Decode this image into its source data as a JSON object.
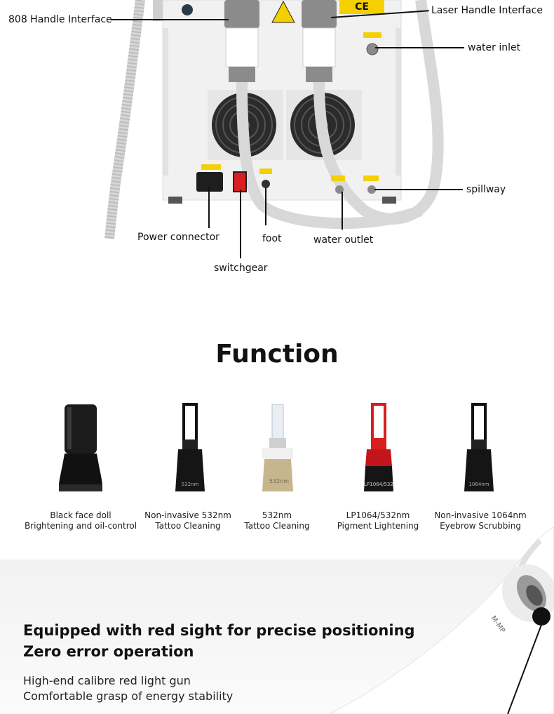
{
  "callouts": {
    "handle_808": "808 Handle Interface",
    "laser_handle": "Laser Handle Interface",
    "water_inlet": "water inlet",
    "spillway": "spillway",
    "power_connector": "Power connector",
    "foot": "foot",
    "water_outlet": "water outlet",
    "switchgear": "switchgear"
  },
  "function_section": {
    "title": "Function",
    "tips": [
      {
        "line1": "Black face doll",
        "line2": "Brightening and oil-control",
        "engraving": ""
      },
      {
        "line1": "Non-invasive 532nm",
        "line2": "Tattoo Cleaning",
        "engraving": "532nm"
      },
      {
        "line1": "532nm",
        "line2": "Tattoo Cleaning",
        "engraving": "532nm"
      },
      {
        "line1": "LP1064/532nm",
        "line2": "Pigment Lightening",
        "engraving": "LP1064/532"
      },
      {
        "line1": "Non-invasive 1064nm",
        "line2": "Eyebrow Scrubbing",
        "engraving": "1064nm"
      }
    ]
  },
  "feature": {
    "heading_line1": "Equipped with red sight for precise positioning",
    "heading_line2": "Zero error operation",
    "sub_line1": "High-end calibre red light gun",
    "sub_line2": "Comfortable grasp of energy stability",
    "handpiece_text": "M-MP"
  },
  "colors": {
    "accent_red": "#d81e1e",
    "warning_yellow": "#f5d000",
    "panel_white": "#f2f2f2"
  }
}
